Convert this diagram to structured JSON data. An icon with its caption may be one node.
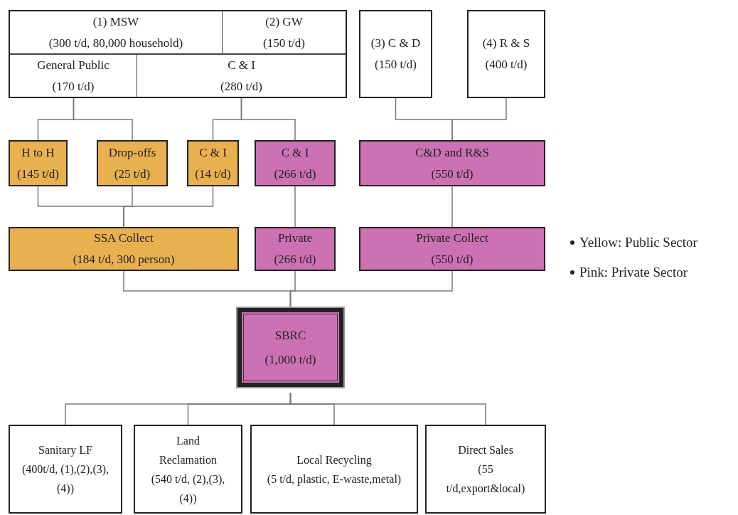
{
  "diagram": {
    "nodes": [
      {
        "text": [],
        "shape": "box"
      },
      {
        "text": [
          "(1) MSW",
          "(300 t/d, 80,000 household)"
        ],
        "in": 0
      },
      {
        "text": [
          "(2) GW",
          "(150 t/d)"
        ],
        "in": 0
      },
      {
        "text": [
          "General Public",
          "(170 t/d)"
        ],
        "in": 0
      },
      {
        "text": [
          "C & I",
          "(280 t/d)"
        ],
        "in": 0
      },
      {
        "text": [
          "(3) C & D",
          "(150 t/d)"
        ]
      },
      {
        "text": [
          "(4) R & S",
          "(400 t/d)"
        ]
      },
      {
        "text": [
          "H to H",
          "(145 t/d)"
        ]
      },
      {
        "text": [
          "Drop-offs",
          "(25 t/d)"
        ]
      },
      {
        "text": [
          "C & I",
          "(14 t/d)"
        ]
      },
      {
        "text": [
          "C & I",
          "(266 t/d)"
        ]
      },
      {
        "text": [
          "C&D and R&S",
          "(550 t/d)"
        ]
      },
      {
        "text": [
          "SSA Collect",
          "(184 t/d, 300 person)"
        ]
      },
      {
        "text": [
          "Private",
          "(266 t/d)"
        ]
      },
      {
        "text": [
          "Private Collect",
          "(550 t/d)"
        ]
      },
      {
        "text": [
          "SBRC",
          "(1,000 t/d)"
        ]
      },
      {
        "text": [
          "Sanitary LF",
          "(400t/d, (1),(2),(3),(4))"
        ]
      },
      {
        "text": [
          "Land Reclamation",
          "(540 t/d, (2),(3),(4))"
        ]
      },
      {
        "text": [
          "Local Recycling",
          "(5 t/d, plastic, E-waste,metal)"
        ]
      },
      {
        "text": [
          "Direct Sales",
          "(55 t/d,export&local)"
        ]
      }
    ],
    "edges": [
      {
        "from": 3,
        "to": 7,
        "arrow": "none"
      },
      {
        "from": 3,
        "to": 8,
        "arrow": "none"
      },
      {
        "from": 4,
        "to": 9,
        "arrow": "none"
      },
      {
        "from": 4,
        "to": 10,
        "arrow": "none"
      },
      {
        "from": 5,
        "to": 11,
        "arrow": "none"
      },
      {
        "from": 6,
        "to": 11,
        "arrow": "none"
      },
      {
        "from": 7,
        "to": 12,
        "arrow": "none"
      },
      {
        "from": 8,
        "to": 12,
        "arrow": "none"
      },
      {
        "from": 9,
        "to": 12,
        "arrow": "none"
      },
      {
        "from": 10,
        "to": 13,
        "arrow": "none"
      },
      {
        "from": 11,
        "to": 14,
        "arrow": "none"
      },
      {
        "from": 12,
        "to": 15,
        "arrow": "none"
      },
      {
        "from": 13,
        "to": 15,
        "arrow": "none"
      },
      {
        "from": 14,
        "to": 15,
        "arrow": "none"
      },
      {
        "from": 15,
        "to": 16,
        "arrow": "none"
      },
      {
        "from": 15,
        "to": 17,
        "arrow": "none"
      },
      {
        "from": 15,
        "to": 18,
        "arrow": "none"
      },
      {
        "from": 15,
        "to": 19,
        "arrow": "none"
      }
    ],
    "legend": [
      {
        "text": "Yellow: Public Sector"
      },
      {
        "text": "Pink: Private Sector"
      }
    ]
  }
}
